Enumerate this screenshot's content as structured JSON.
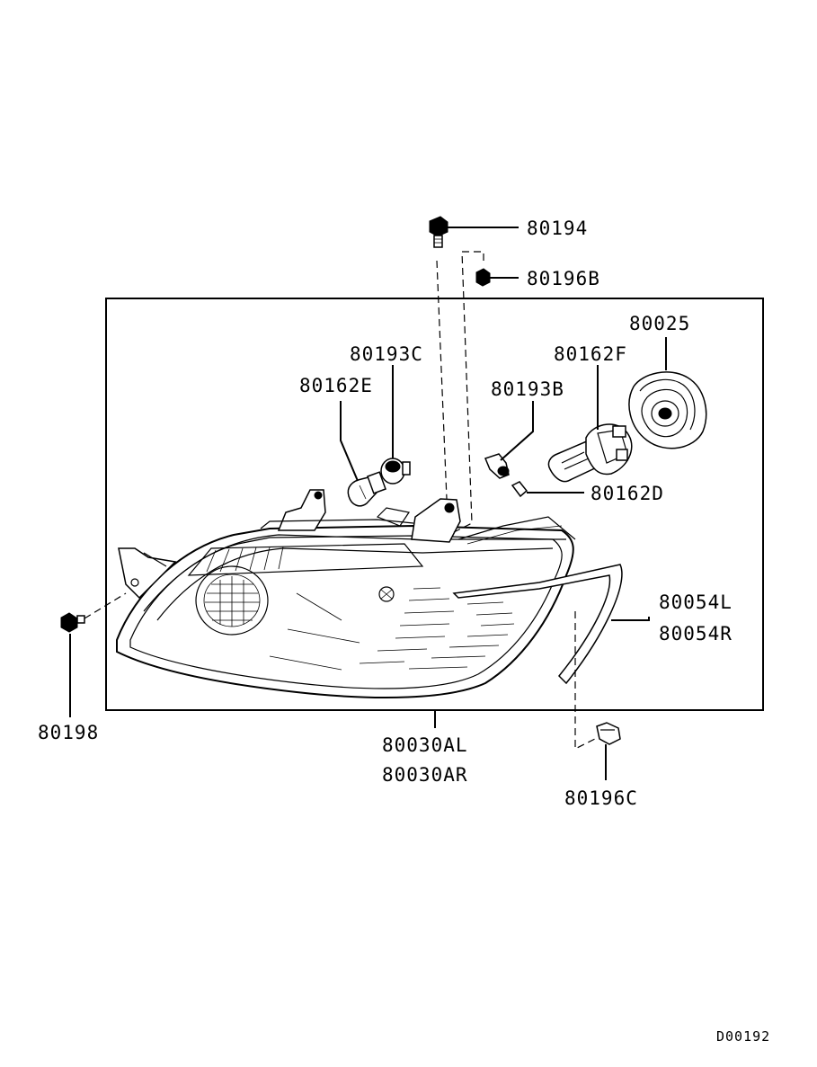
{
  "diagram": {
    "part_labels": {
      "p80194": "80194",
      "p80196B": "80196B",
      "p80025": "80025",
      "p80193C": "80193C",
      "p80162F": "80162F",
      "p80162E": "80162E",
      "p80193B": "80193B",
      "p80162D": "80162D",
      "p80054L": "80054L",
      "p80054R": "80054R",
      "p80198": "80198",
      "p80030AL": "80030AL",
      "p80030AR": "80030AR",
      "p80196C": "80196C"
    },
    "drawing_code": "D00192"
  }
}
